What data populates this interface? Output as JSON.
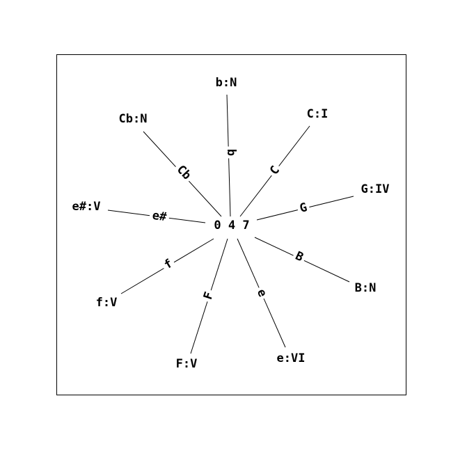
{
  "center_label": "0 4 7",
  "spokes": [
    {
      "edge": "b",
      "node": "b:N"
    },
    {
      "edge": "C",
      "node": "C:I"
    },
    {
      "edge": "G",
      "node": "G:IV"
    },
    {
      "edge": "B",
      "node": "B:N"
    },
    {
      "edge": "e",
      "node": "e:VI"
    },
    {
      "edge": "F",
      "node": "F:V"
    },
    {
      "edge": "f",
      "node": "f:V"
    },
    {
      "edge": "e#",
      "node": "e#:V"
    },
    {
      "edge": "Cb",
      "node": "Cb:N"
    }
  ],
  "colors": {
    "line": "#000000",
    "text": "#000000",
    "background": "#ffffff",
    "frame": "#000000"
  }
}
